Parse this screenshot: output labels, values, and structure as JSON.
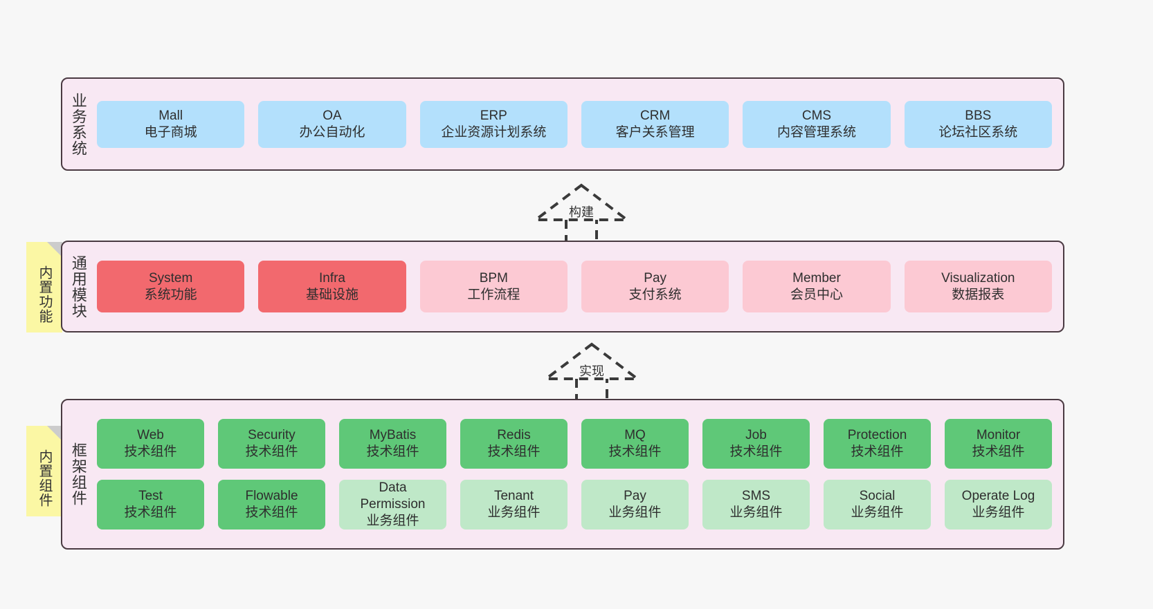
{
  "background_color": "#f7f7f7",
  "palette": {
    "band_fill": "#f8e8f3",
    "band_border": "#4a3a42",
    "business_card": "#b3e0fc",
    "module_core_card": "#f2696e",
    "module_card": "#fcc9d3",
    "tech_component_card": "#5fc878",
    "business_component_card": "#bfe8c8",
    "sticky_note": "#fbf7a4",
    "sticky_fold": "#cccccc"
  },
  "layers": {
    "business": {
      "title": "业务系统",
      "cards": [
        {
          "name": "Mall",
          "desc": "电子商城"
        },
        {
          "name": "OA",
          "desc": "办公自动化"
        },
        {
          "name": "ERP",
          "desc": "企业资源计划系统"
        },
        {
          "name": "CRM",
          "desc": "客户关系管理"
        },
        {
          "name": "CMS",
          "desc": "内容管理系统"
        },
        {
          "name": "BBS",
          "desc": "论坛社区系统"
        }
      ]
    },
    "modules": {
      "title": "通用模块",
      "sticky_note": "内置功能",
      "cards": [
        {
          "name": "System",
          "desc": "系统功能",
          "style": "core"
        },
        {
          "name": "Infra",
          "desc": "基础设施",
          "style": "core"
        },
        {
          "name": "BPM",
          "desc": "工作流程",
          "style": "normal"
        },
        {
          "name": "Pay",
          "desc": "支付系统",
          "style": "normal"
        },
        {
          "name": "Member",
          "desc": "会员中心",
          "style": "normal"
        },
        {
          "name": "Visualization",
          "desc": "数据报表",
          "style": "normal"
        }
      ]
    },
    "framework": {
      "title": "框架组件",
      "sticky_note": "内置组件",
      "row_tech": [
        {
          "name": "Web",
          "desc": "技术组件"
        },
        {
          "name": "Security",
          "desc": "技术组件"
        },
        {
          "name": "MyBatis",
          "desc": "技术组件"
        },
        {
          "name": "Redis",
          "desc": "技术组件"
        },
        {
          "name": "MQ",
          "desc": "技术组件"
        },
        {
          "name": "Job",
          "desc": "技术组件"
        },
        {
          "name": "Protection",
          "desc": "技术组件"
        },
        {
          "name": "Monitor",
          "desc": "技术组件"
        }
      ],
      "row_business": [
        {
          "name": "Test",
          "desc": "技术组件",
          "style": "tech"
        },
        {
          "name": "Flowable",
          "desc": "技术组件",
          "style": "tech"
        },
        {
          "name": "Data",
          "name2": "Permission",
          "desc": "业务组件",
          "style": "business"
        },
        {
          "name": "Tenant",
          "desc": "业务组件",
          "style": "business"
        },
        {
          "name": "Pay",
          "desc": "业务组件",
          "style": "business"
        },
        {
          "name": "SMS",
          "desc": "业务组件",
          "style": "business"
        },
        {
          "name": "Social",
          "desc": "业务组件",
          "style": "business"
        },
        {
          "name": "Operate Log",
          "desc": "业务组件",
          "style": "business"
        }
      ]
    }
  },
  "arrows": [
    {
      "id": "build",
      "label": "构建",
      "from": "通用模块",
      "to": "业务系统"
    },
    {
      "id": "realize",
      "label": "实现",
      "from": "框架组件",
      "to": "通用模块"
    }
  ]
}
